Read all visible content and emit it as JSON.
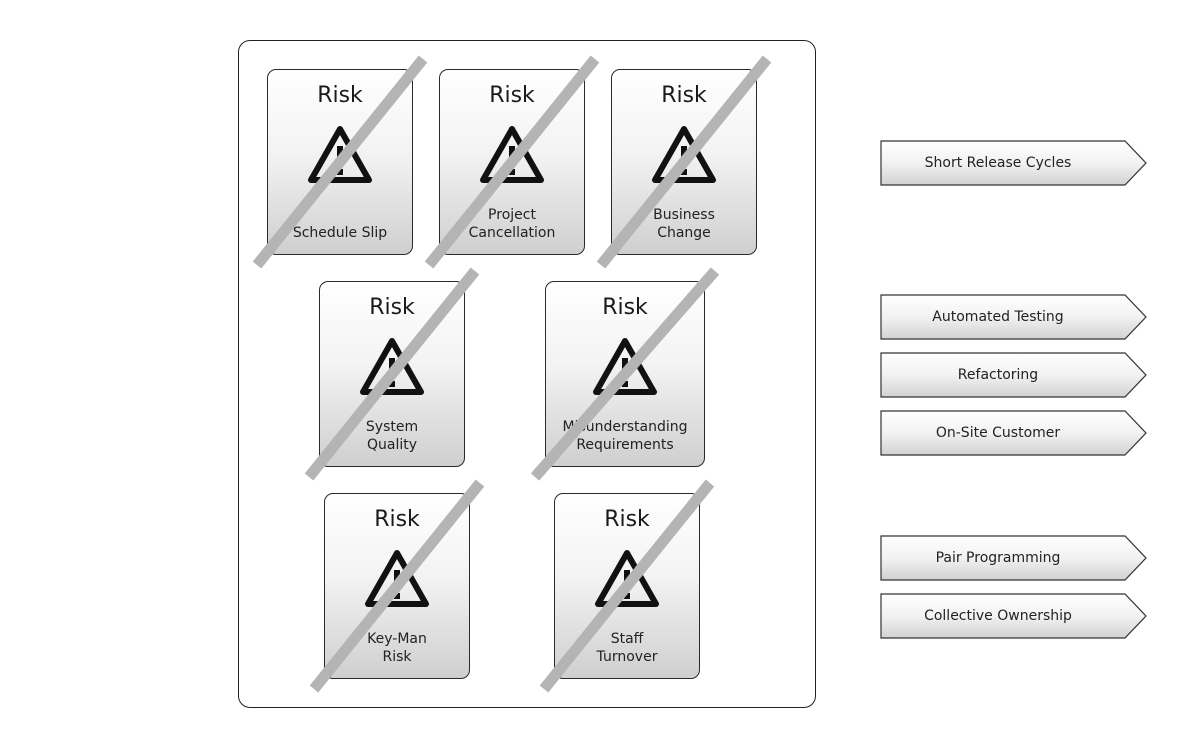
{
  "risks": [
    {
      "title": "Risk",
      "label": "Schedule Slip",
      "icon": "warning-icon"
    },
    {
      "title": "Risk",
      "label": "Project\nCancellation",
      "icon": "warning-icon"
    },
    {
      "title": "Risk",
      "label": "Business\nChange",
      "icon": "warning-icon"
    },
    {
      "title": "Risk",
      "label": "System\nQuality",
      "icon": "warning-icon"
    },
    {
      "title": "Risk",
      "label": "Misunderstanding\nRequirements",
      "icon": "warning-icon"
    },
    {
      "title": "Risk",
      "label": "Key-Man\nRisk",
      "icon": "warning-icon"
    },
    {
      "title": "Risk",
      "label": "Staff\nTurnover",
      "icon": "warning-icon"
    }
  ],
  "practices": [
    {
      "label": "Short Release Cycles"
    },
    {
      "label": "Automated Testing"
    },
    {
      "label": "Refactoring"
    },
    {
      "label": "On-Site Customer"
    },
    {
      "label": "Pair Programming"
    },
    {
      "label": "Collective Ownership"
    }
  ]
}
